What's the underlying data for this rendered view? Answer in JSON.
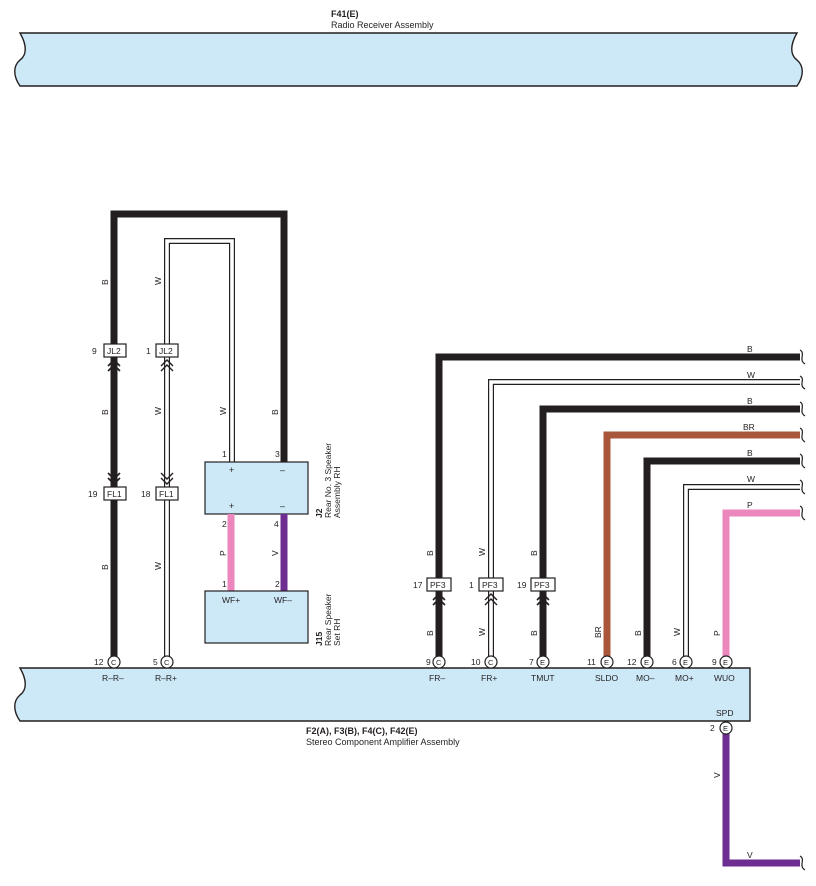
{
  "colors": {
    "assembly_fill": "#cde9f8",
    "line": "#231f20",
    "wire_black": "#231f20",
    "wire_white_outline": "#231f20",
    "wire_brown": "#a9573a",
    "wire_pink": "#ec87bd",
    "wire_violet": "#6e2d91",
    "component_fill": "#cde9f8"
  },
  "top_assembly": {
    "code": "F41(E)",
    "name": "Radio Receiver Assembly"
  },
  "bottom_assembly": {
    "code": "F2(A), F3(B), F4(C), F42(E)",
    "name": "Stereo Component Amplifier Assembly"
  },
  "speaker_assembly": {
    "code": "J2",
    "line1": "Rear No. 3 Speaker",
    "line2": "Assembly RH",
    "pin1": "1",
    "pin3": "3",
    "pin2": "2",
    "pin4": "4",
    "plus": "+",
    "minus": "–"
  },
  "speaker_set": {
    "code": "J15",
    "line1": "Rear Speaker",
    "line2": "Set RH",
    "pin1": "1",
    "pin2": "2",
    "label_plus": "WF+",
    "label_minus": "WF–"
  },
  "junctions": {
    "jl2_b": {
      "pin": "9",
      "label": "JL2"
    },
    "jl2_w": {
      "pin": "1",
      "label": "JL2"
    },
    "fl1_b": {
      "pin": "19",
      "label": "FL1"
    },
    "fl1_w": {
      "pin": "18",
      "label": "FL1"
    },
    "pf3_fr_minus": {
      "pin": "17",
      "label": "PF3"
    },
    "pf3_fr_plus": {
      "pin": "1",
      "label": "PF3"
    },
    "pf3_tmut": {
      "pin": "19",
      "label": "PF3"
    }
  },
  "terminals": [
    {
      "pin": "12",
      "conn": "C",
      "name": "R–R–"
    },
    {
      "pin": "5",
      "conn": "C",
      "name": "R–R+"
    },
    {
      "pin": "9",
      "conn": "C",
      "name": "FR–"
    },
    {
      "pin": "10",
      "conn": "C",
      "name": "FR+"
    },
    {
      "pin": "7",
      "conn": "E",
      "name": "TMUT"
    },
    {
      "pin": "11",
      "conn": "E",
      "name": "SLDO"
    },
    {
      "pin": "12",
      "conn": "E",
      "name": "MO–"
    },
    {
      "pin": "6",
      "conn": "E",
      "name": "MO+"
    },
    {
      "pin": "9",
      "conn": "E",
      "name": "WUO"
    }
  ],
  "spd": {
    "name": "SPD",
    "pin": "2",
    "conn": "E"
  },
  "wire_labels": {
    "b": "B",
    "w": "W",
    "br": "BR",
    "p": "P",
    "v": "V"
  }
}
